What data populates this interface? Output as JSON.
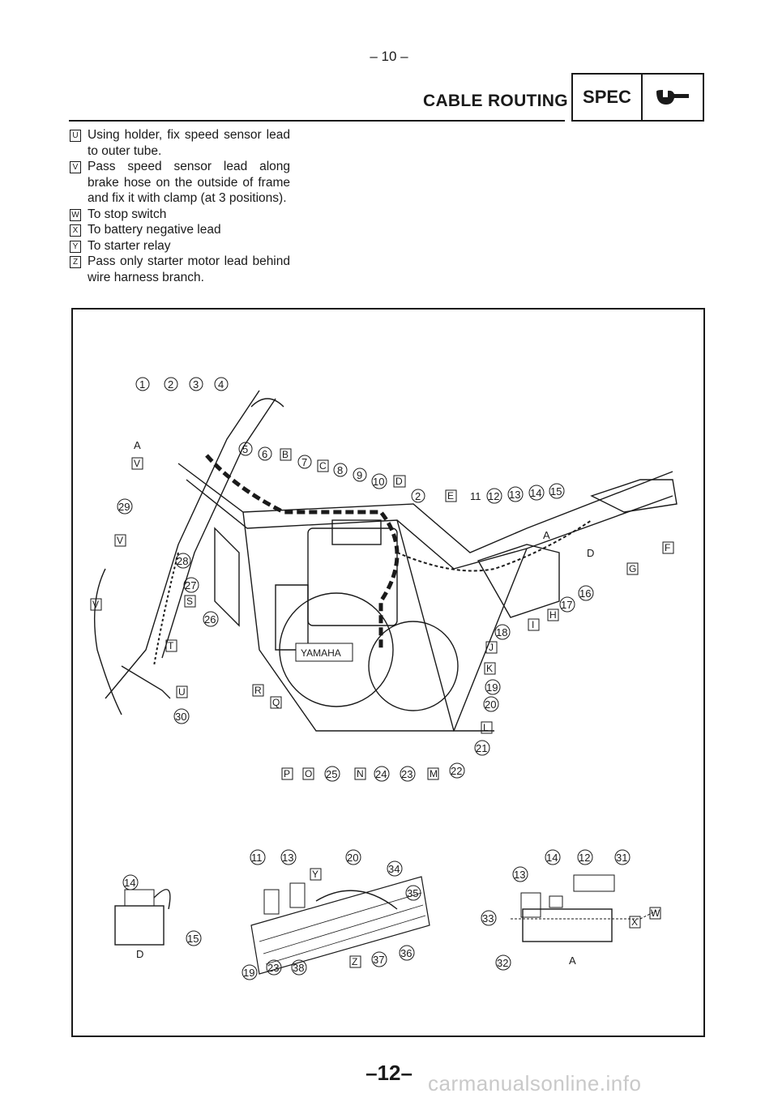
{
  "header": {
    "page_number": "– 10 –",
    "title": "CABLE ROUTING",
    "spec_badge": "SPEC",
    "spec_icon": "wrench-icon"
  },
  "notes": [
    {
      "code": "U",
      "text": "Using holder, fix speed sensor lead to outer tube."
    },
    {
      "code": "V",
      "text": "Pass speed sensor lead along brake hose on the outside of frame and fix it with clamp (at 3 positions)."
    },
    {
      "code": "W",
      "text": "To stop switch"
    },
    {
      "code": "X",
      "text": "To battery negative lead"
    },
    {
      "code": "Y",
      "text": "To starter relay"
    },
    {
      "code": "Z",
      "text": "Pass only starter motor lead behind wire harness branch."
    }
  ],
  "diagram": {
    "top_callouts": [
      "1",
      "2",
      "3",
      "4"
    ],
    "row2_callouts": [
      "5",
      "6",
      "B",
      "7",
      "C",
      "8",
      "9",
      "10",
      "D"
    ],
    "row3_callouts": [
      "2",
      "E",
      "11",
      "12",
      "13",
      "14",
      "15"
    ],
    "left_callouts": [
      "A",
      "V",
      "29",
      "V",
      "28",
      "27",
      "S",
      "26",
      "V",
      "T",
      "U",
      "30"
    ],
    "right_callouts": [
      "A",
      "D",
      "G",
      "F",
      "16",
      "17",
      "H",
      "I",
      "18",
      "J",
      "K",
      "19",
      "20",
      "L",
      "21"
    ],
    "center_callouts": [
      "R",
      "Q"
    ],
    "bottom_callouts": [
      "P",
      "O",
      "25",
      "N",
      "24",
      "23",
      "M",
      "22"
    ],
    "engine_brand": "YAMAHA",
    "detail_d": {
      "label": "D",
      "callouts": [
        "14",
        "15"
      ]
    },
    "detail_mid": {
      "callouts": [
        "11",
        "13",
        "Y",
        "20",
        "34",
        "35",
        "36",
        "37",
        "Z",
        "38",
        "23",
        "19"
      ]
    },
    "detail_a": {
      "label": "A",
      "callouts": [
        "14",
        "12",
        "31",
        "13",
        "33",
        "X",
        "W",
        "32"
      ]
    }
  },
  "footer": {
    "page_label": "–12–",
    "watermark": "carmanualsonline.info"
  }
}
